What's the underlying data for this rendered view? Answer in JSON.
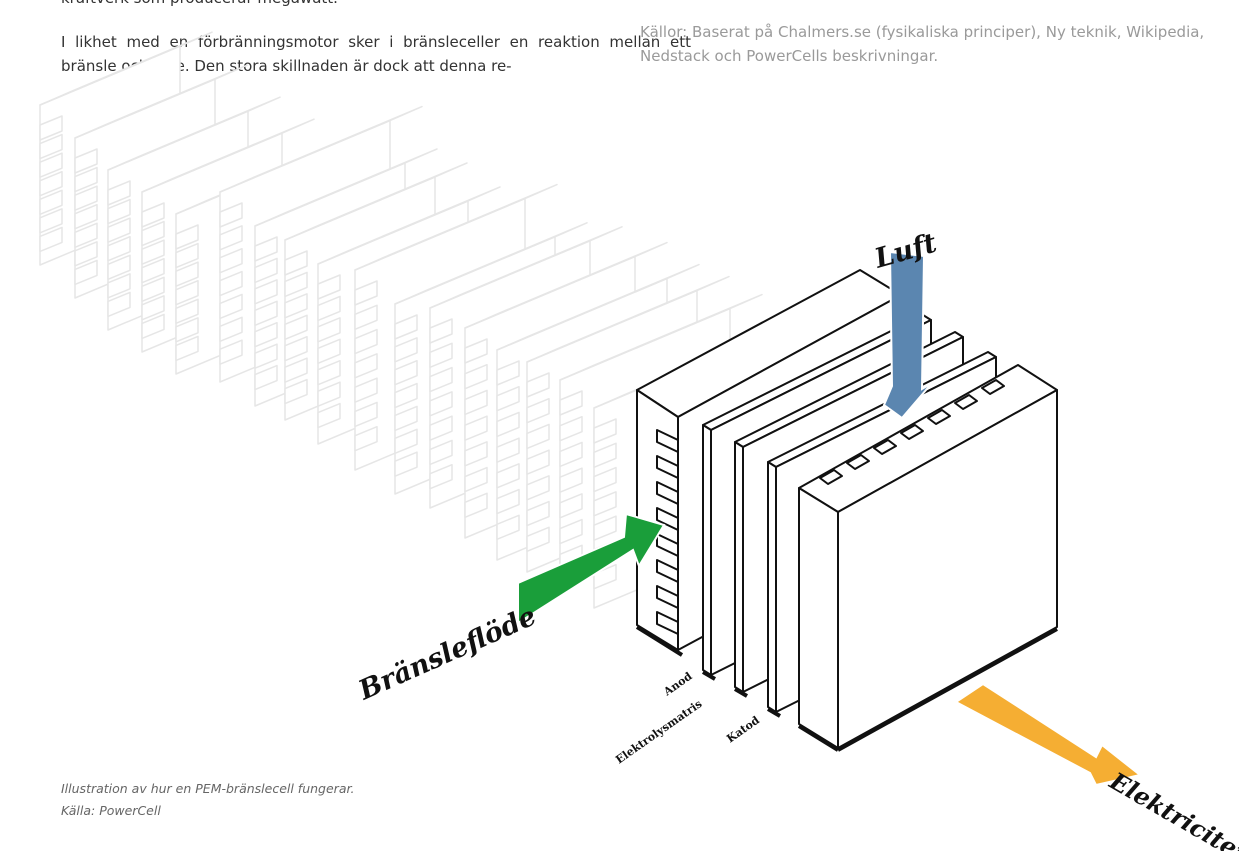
{
  "article": {
    "lead_fragment": "kraftverk som producerar megawatt.",
    "paragraph": "I likhet med en förbränningsmotor sker i bränsleceller en reaktion mellan ett bränsle och syre. Den stora skillnaden är dock att denna re-"
  },
  "sources": "Källor: Baserat på Chalmers.se (fysikaliska principer), Ny teknik, Wikipedia, Nedstack och PowerCells beskrivningar.",
  "diagram": {
    "labels": {
      "fuel_flow": "Bränsleflöde",
      "air": "Luft",
      "electricity": "Elektricitet",
      "anode": "Anod",
      "electrolyte": "Elektrolysmatris",
      "cathode": "Katod"
    },
    "colors": {
      "fuel_arrow": "#1a9e3a",
      "air_arrow": "#5b86b0",
      "electricity_arrow": "#f5ae33"
    }
  },
  "caption": {
    "line1": "Illustration av hur en PEM-bränslecell fungerar.",
    "line2": "Källa: PowerCell"
  }
}
